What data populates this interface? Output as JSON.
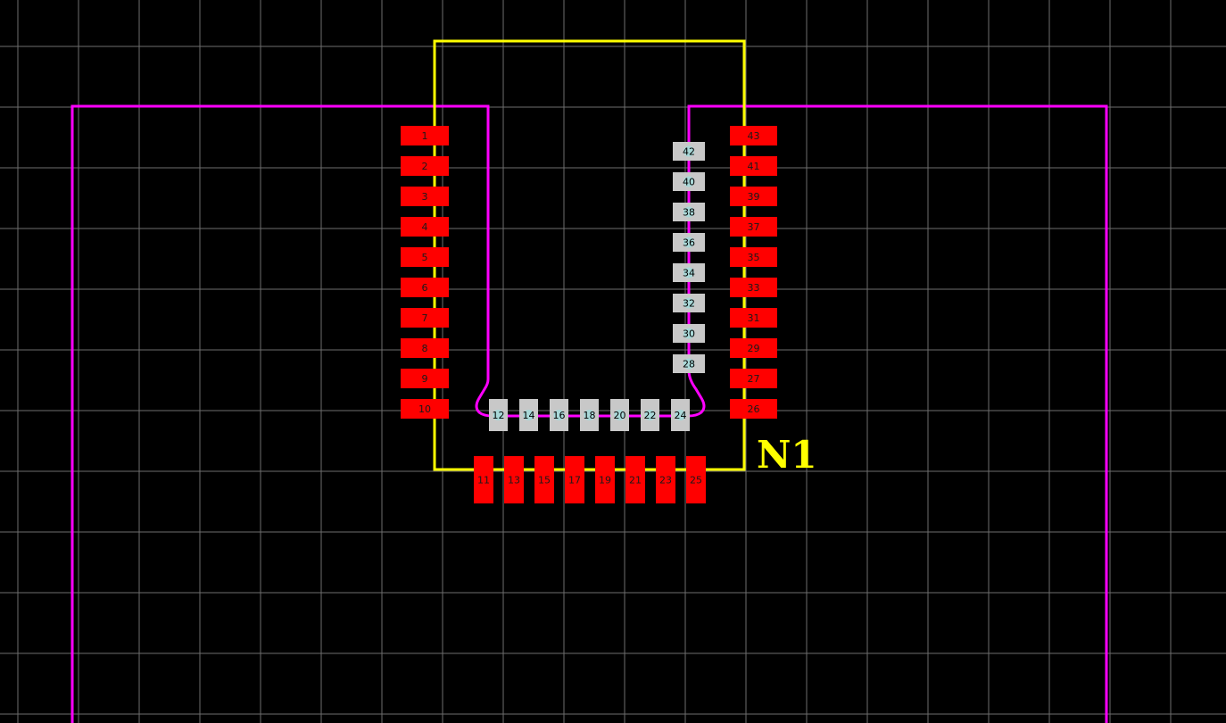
{
  "component": {
    "refdes": "N1"
  },
  "colors": {
    "background": "#000000",
    "grid": "#6e6e6e",
    "outline": "#ff00ff",
    "silkscreen": "#ffff00",
    "smd_pad": "#ff0000",
    "thru_pad": "#c8c8c8",
    "thru_drill": "#a8d8d8"
  },
  "pads": {
    "left": [
      "1",
      "2",
      "3",
      "4",
      "5",
      "6",
      "7",
      "8",
      "9",
      "10"
    ],
    "bottom": [
      "11",
      "13",
      "15",
      "17",
      "19",
      "21",
      "23",
      "25"
    ],
    "right": [
      "43",
      "41",
      "39",
      "37",
      "35",
      "33",
      "31",
      "29",
      "27",
      "26"
    ],
    "inner_right": [
      "42",
      "40",
      "38",
      "36",
      "34",
      "32",
      "30",
      "28"
    ],
    "inner_bottom": [
      "12",
      "14",
      "16",
      "18",
      "20",
      "22",
      "24"
    ]
  }
}
